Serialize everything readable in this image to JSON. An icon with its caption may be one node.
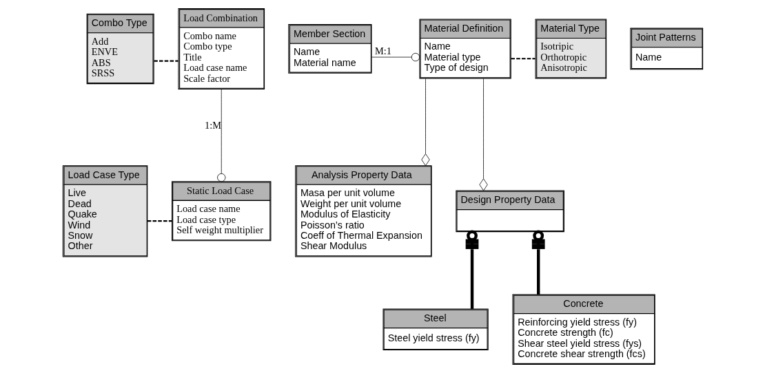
{
  "diagram": {
    "nodes": [
      {
        "text": [
          "Combo Type",
          "Add",
          "ENVE",
          "ABS",
          "SRSS"
        ]
      },
      {
        "text": [
          "Load Combination",
          "Combo name",
          "Combo type",
          "Title",
          "Load case name",
          "Scale factor"
        ]
      },
      {
        "text": [
          "Member Section",
          "Name",
          "Material name"
        ]
      },
      {
        "text": [
          "Material Definition",
          "Name",
          "Material type",
          "Type of design"
        ]
      },
      {
        "text": [
          "Material Type",
          "Isotripic",
          "Orthotropic",
          "Anisotropic"
        ]
      },
      {
        "text": [
          "Joint Patterns",
          "Name"
        ]
      },
      {
        "text": [
          "Load Case Type",
          "Live",
          "Dead",
          "Quake",
          "Wind",
          "Snow",
          "Other"
        ]
      },
      {
        "text": [
          "Static Load Case",
          "Load case name",
          "Load case type",
          "Self weight multiplier"
        ]
      },
      {
        "text": [
          "Analysis Property Data",
          "Masa per unit volume",
          "Weight per unit volume",
          "Modulus of Elasticity",
          "Poisson’s ratio",
          "Coeff of Thermal Expansion",
          "Shear Modulus"
        ]
      },
      {
        "text": [
          "Design Property Data"
        ]
      },
      {
        "text": [
          "Steel",
          "Steel yield stress (fy)"
        ]
      },
      {
        "text": [
          "Concrete",
          "Reinforcing yield stress (fy)",
          "Concrete strength (fc)",
          "Shear steel yield stress (fys)",
          "Concrete shear strength (fcs)"
        ]
      }
    ],
    "edges": [
      {
        "from": 0,
        "to": 1,
        "arrow": "none",
        "style": "dashed"
      },
      {
        "from": 1,
        "to": 7,
        "arrow": "other",
        "label": "1:M"
      },
      {
        "from": 6,
        "to": 7,
        "arrow": "none",
        "style": "dashed"
      },
      {
        "from": 2,
        "to": 3,
        "arrow": "other",
        "label": "M:1"
      },
      {
        "from": 3,
        "to": 4,
        "arrow": "none",
        "style": "dashed"
      },
      {
        "from": 3,
        "to": 8,
        "arrow": "other"
      },
      {
        "from": 3,
        "to": 9,
        "arrow": "other"
      },
      {
        "from": 9,
        "to": 10,
        "arrow": "other",
        "style": "thick"
      },
      {
        "from": 9,
        "to": 11,
        "arrow": "other",
        "style": "thick"
      }
    ]
  }
}
